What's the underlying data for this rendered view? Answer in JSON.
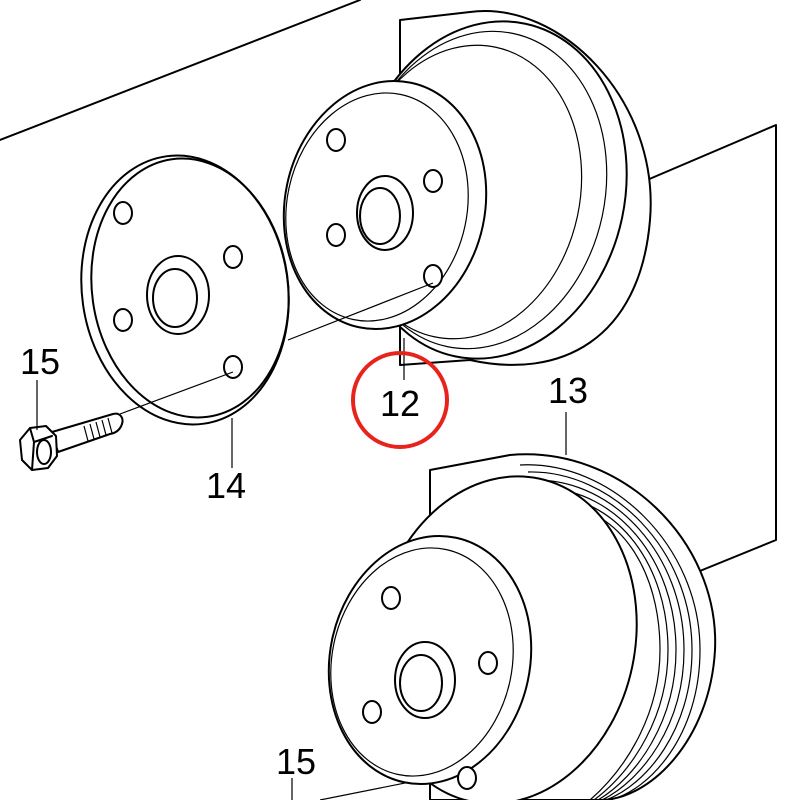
{
  "callouts": {
    "pulley_upper": "12",
    "pulley_lower": "13",
    "hub_plate": "14",
    "bolt_upper": "15",
    "bolt_lower": "15"
  },
  "highlight": {
    "target": "12",
    "color": "#e8231b"
  },
  "colors": {
    "line": "#000000",
    "background": "#ffffff"
  }
}
